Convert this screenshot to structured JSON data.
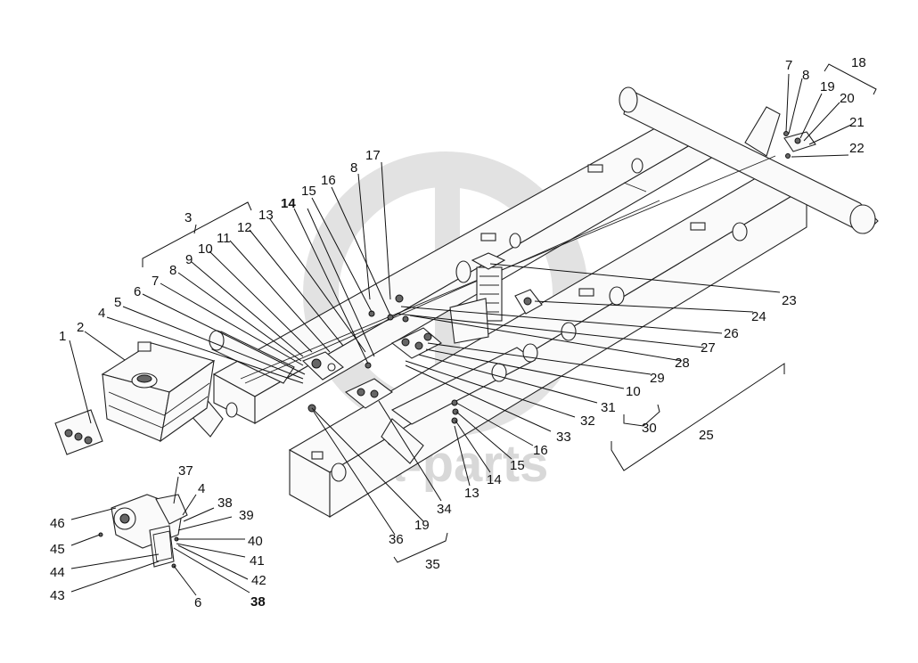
{
  "colors": {
    "ink": "#111111",
    "background": "#ffffff",
    "watermark": "#d8d8d8"
  },
  "watermark": {
    "text": "data-parts"
  },
  "labels": {
    "l1": "1",
    "l2": "2",
    "l3": "3",
    "l4": "4",
    "l5": "5",
    "l6": "6",
    "l7": "7",
    "l8": "8",
    "l9": "9",
    "l10": "10",
    "l11": "11",
    "l12": "12",
    "l13": "13",
    "l14": "14",
    "l15": "15",
    "l16": "16",
    "l17": "17",
    "l7b": "7",
    "l8b": "8",
    "l18": "18",
    "l19": "19",
    "l20": "20",
    "l21": "21",
    "l22": "22",
    "l23": "23",
    "l24": "24",
    "l25": "25",
    "l26": "26",
    "l27": "27",
    "l28": "28",
    "l29": "29",
    "l10b": "10",
    "l30": "30",
    "l31": "31",
    "l32": "32",
    "l33": "33",
    "l16b": "16",
    "l15b": "15",
    "l14b": "14",
    "l13b": "13",
    "l34": "34",
    "l19b": "19",
    "l36": "36",
    "l35": "35",
    "l37": "37",
    "l4b": "4",
    "l38": "38",
    "l39": "39",
    "l40": "40",
    "l41": "41",
    "l42": "42",
    "l38b": "38",
    "l6b": "6",
    "l46": "46",
    "l45": "45",
    "l44": "44",
    "l43": "43"
  }
}
